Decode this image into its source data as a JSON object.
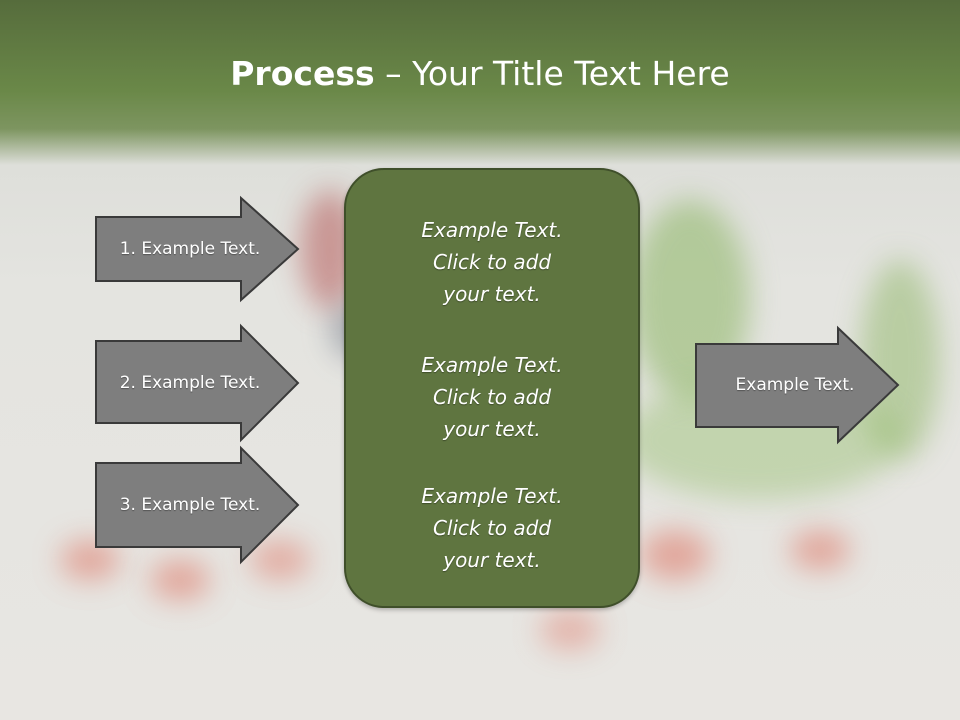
{
  "slide": {
    "title_bold": "Process",
    "title_dash": " – ",
    "title_rest": "Your Title Text Here"
  },
  "left_arrows": [
    {
      "label": "1. Example Text."
    },
    {
      "label": "2. Example Text."
    },
    {
      "label": "3. Example Text."
    }
  ],
  "center_box": {
    "paragraphs": [
      {
        "line1": "Example Text.",
        "line2": "Click  to add",
        "line3": "your text."
      },
      {
        "line1": "Example Text.",
        "line2": "Click  to add",
        "line3": "your text."
      },
      {
        "line1": "Example Text.",
        "line2": "Click  to add",
        "line3": "your text."
      }
    ]
  },
  "right_arrow": {
    "label": "Example Text."
  },
  "colors": {
    "header_green": "#6a8848",
    "box_green": "#5f7540",
    "arrow_gray": "#7e7e7e",
    "arrow_border": "#3a3a3a"
  }
}
